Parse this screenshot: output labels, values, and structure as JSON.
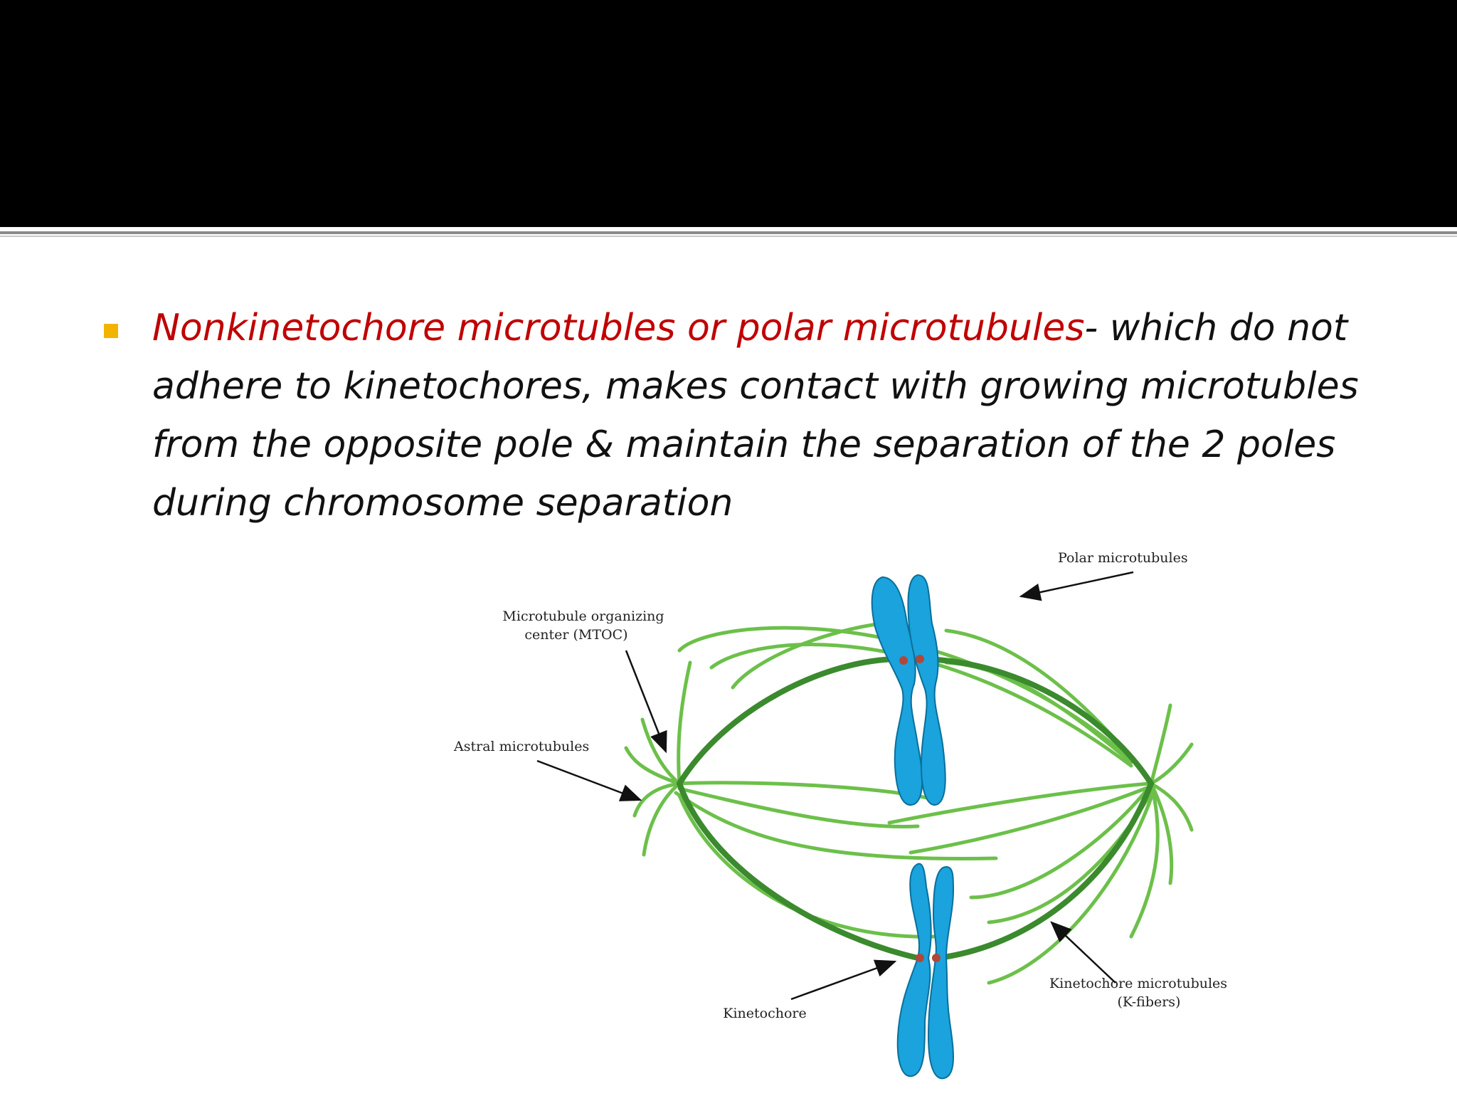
{
  "slide": {
    "bullet": {
      "term": "Nonkinetochore microtubles or polar microtubules",
      "text": "- which do not adhere to kinetochores, makes contact with growing microtubles from the opposite pole & maintain the separation of the 2 poles during chromosome separation"
    }
  },
  "figure": {
    "labels": {
      "polar": "Polar microtubules",
      "mtoc_line1": "Microtubule organizing",
      "mtoc_line2": "center (MTOC)",
      "astral": "Astral microtubules",
      "kinetochore": "Kinetochore",
      "kfibers_line1": "Kinetochore microtubules",
      "kfibers_line2": "(K-fibers)"
    },
    "colors": {
      "microtubule_light": "#6cc04a",
      "microtubule_dark": "#3b8a2e",
      "chromosome": "#1aa3dd",
      "chromosome_outline": "#0a6f9a",
      "kinetochore": "#b0473a"
    }
  }
}
